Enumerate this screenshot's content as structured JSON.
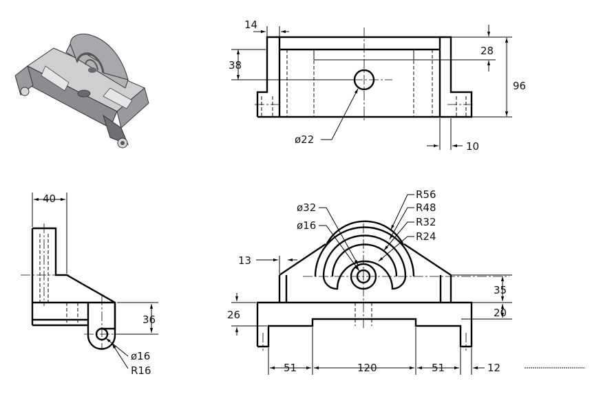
{
  "dims": {
    "front": {
      "d14": "14",
      "d38": "38",
      "d28": "28",
      "d96": "96",
      "d22": "ø22",
      "d10": "10"
    },
    "side": {
      "d40": "40",
      "d36": "36",
      "d16": "ø16",
      "r16": "R16"
    },
    "top": {
      "r56": "R56",
      "r48": "R48",
      "r32": "R32",
      "r24": "R24",
      "d32": "ø32",
      "d16": "ø16",
      "d13": "13",
      "d35": "35",
      "d26": "26",
      "d20": "20",
      "d51a": "51",
      "d120": "120",
      "d51b": "51",
      "d12": "12"
    }
  }
}
